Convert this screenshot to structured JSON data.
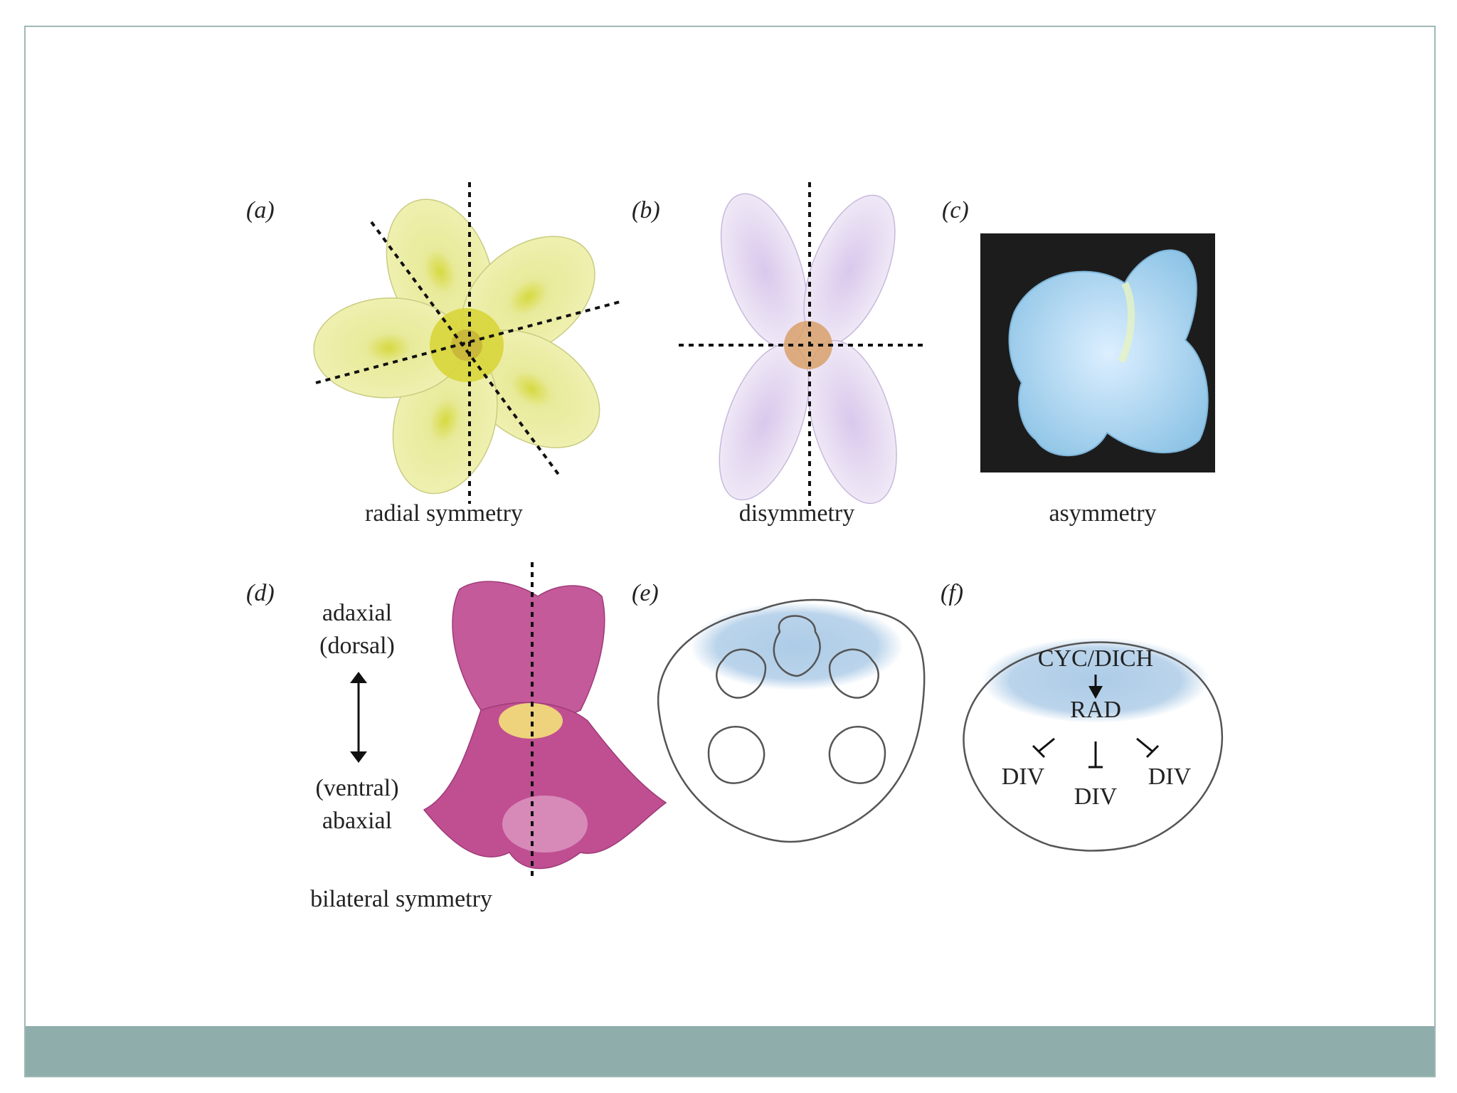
{
  "panels": {
    "a": {
      "letter": "(a)",
      "caption": "radial symmetry"
    },
    "b": {
      "letter": "(b)",
      "caption": "disymmetry"
    },
    "c": {
      "letter": "(c)",
      "caption": "asymmetry"
    },
    "d": {
      "letter": "(d)",
      "caption": "bilateral symmetry",
      "top_1": "adaxial",
      "top_2": "(dorsal)",
      "bottom_1": "(ventral)",
      "bottom_2": "abaxial"
    },
    "e": {
      "letter": "(e)"
    },
    "f": {
      "letter": "(f)",
      "top": "CYC/DICH",
      "middle": "RAD",
      "div_left": "DIV",
      "div_center": "DIV",
      "div_right": "DIV"
    }
  },
  "colors": {
    "slide_border": "#9fb8b5",
    "footer_bar": "#8fadab",
    "yellow_petal": "#ecec9e",
    "lilac_petal": "#dcd2ea",
    "blue_petal": "#a9d2ea",
    "pink_petal": "#c04f92",
    "shade_blue": "#a9c9e6",
    "div_red": "#a3262a",
    "node_navy": "#1d2a4a"
  },
  "icons": {
    "flower_a": "yellow-flower-icon",
    "flower_b": "lilac-flower-icon",
    "flower_c": "blue-flower-icon",
    "flower_d": "snapdragon-flower-icon",
    "arrow": "double-arrow-icon"
  }
}
